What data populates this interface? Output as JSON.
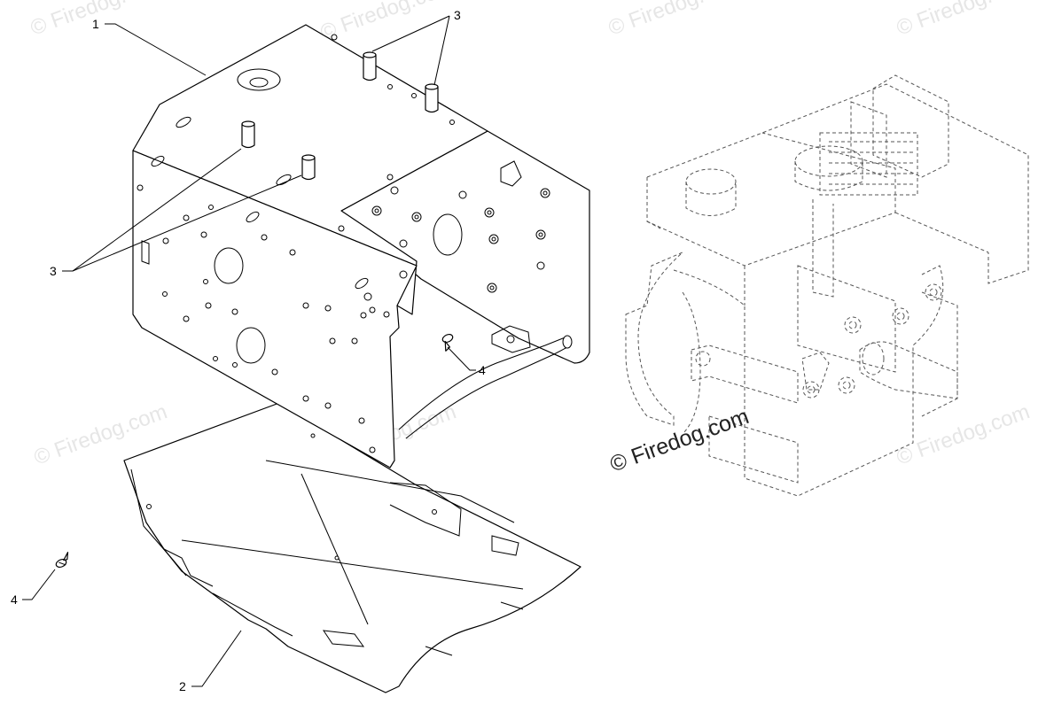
{
  "watermark": {
    "text": "© Firedog.com"
  },
  "callouts": {
    "frame": "1",
    "shroud": "2",
    "stud": "3",
    "screw": "4"
  }
}
